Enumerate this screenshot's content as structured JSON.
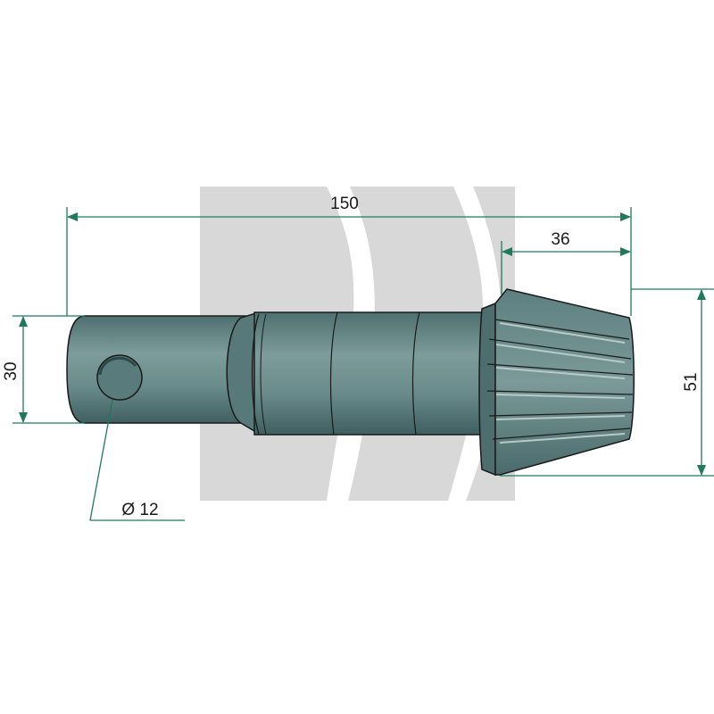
{
  "colors": {
    "dimension": "#1f7a5c",
    "part_fill": "#6b8c8c",
    "part_shadow": "#3f5f60",
    "part_highlight": "#a9bfbd",
    "outline": "#1a1a1a",
    "watermark": "#d8d8d8"
  },
  "dimensions": {
    "overall_length": "150",
    "gear_length": "36",
    "shaft_diameter": "30",
    "gear_diameter": "51",
    "hole_diameter": "Ø 12"
  }
}
